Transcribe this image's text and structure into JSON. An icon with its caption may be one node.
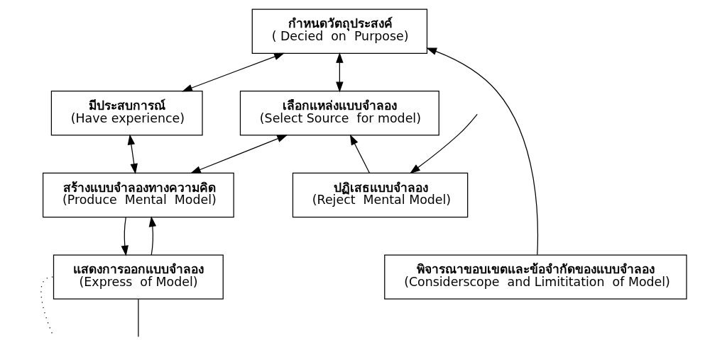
{
  "diagram": {
    "nodes": [
      {
        "text": [
          "กำหนดวัตถุประสงค์",
          "( Decied  on  Purpose)"
        ]
      },
      {
        "text": [
          "เลือกแหล่งแบบจำลอง",
          "(Select Source  for model)"
        ]
      },
      {
        "text": [
          "มีประสบการณ์",
          "(Have experience)"
        ]
      },
      {
        "text": [
          "สร้างแบบจำลองทางความคิด",
          "(Produce  Mental  Model)"
        ]
      },
      {
        "text": [
          "ปฏิเสธแบบจำลอง",
          "(Reject  Mental Model)"
        ]
      },
      {
        "text": [
          "แสดงการออกแบบจำลอง",
          "(Express  of Model)"
        ]
      },
      {
        "text": [
          "พิจารณาขอบเขตและข้อจำกัดของแบบจำลอง",
          "(Considerscope  and Limititation  of Model)"
        ]
      }
    ],
    "edges": [
      {
        "from": 0,
        "to": 1,
        "arrow": "both"
      },
      {
        "from": 0,
        "to": 2,
        "arrow": "both"
      },
      {
        "from": 1,
        "to": 3,
        "arrow": "both"
      },
      {
        "from": 2,
        "to": 3,
        "arrow": "both"
      },
      {
        "from": 3,
        "to": 5,
        "arrow": "to"
      },
      {
        "from": 5,
        "to": 3,
        "arrow": "to"
      },
      {
        "from": 6,
        "to": 0,
        "arrow": "to"
      },
      {
        "from": 4,
        "to": 1,
        "arrow": "to"
      },
      {
        "from": null,
        "to": 4,
        "arrow": "to"
      },
      {
        "from": 5,
        "to": null,
        "arrow": "none",
        "style": "dashed"
      },
      {
        "from": 5,
        "to": null,
        "arrow": "none"
      }
    ]
  }
}
